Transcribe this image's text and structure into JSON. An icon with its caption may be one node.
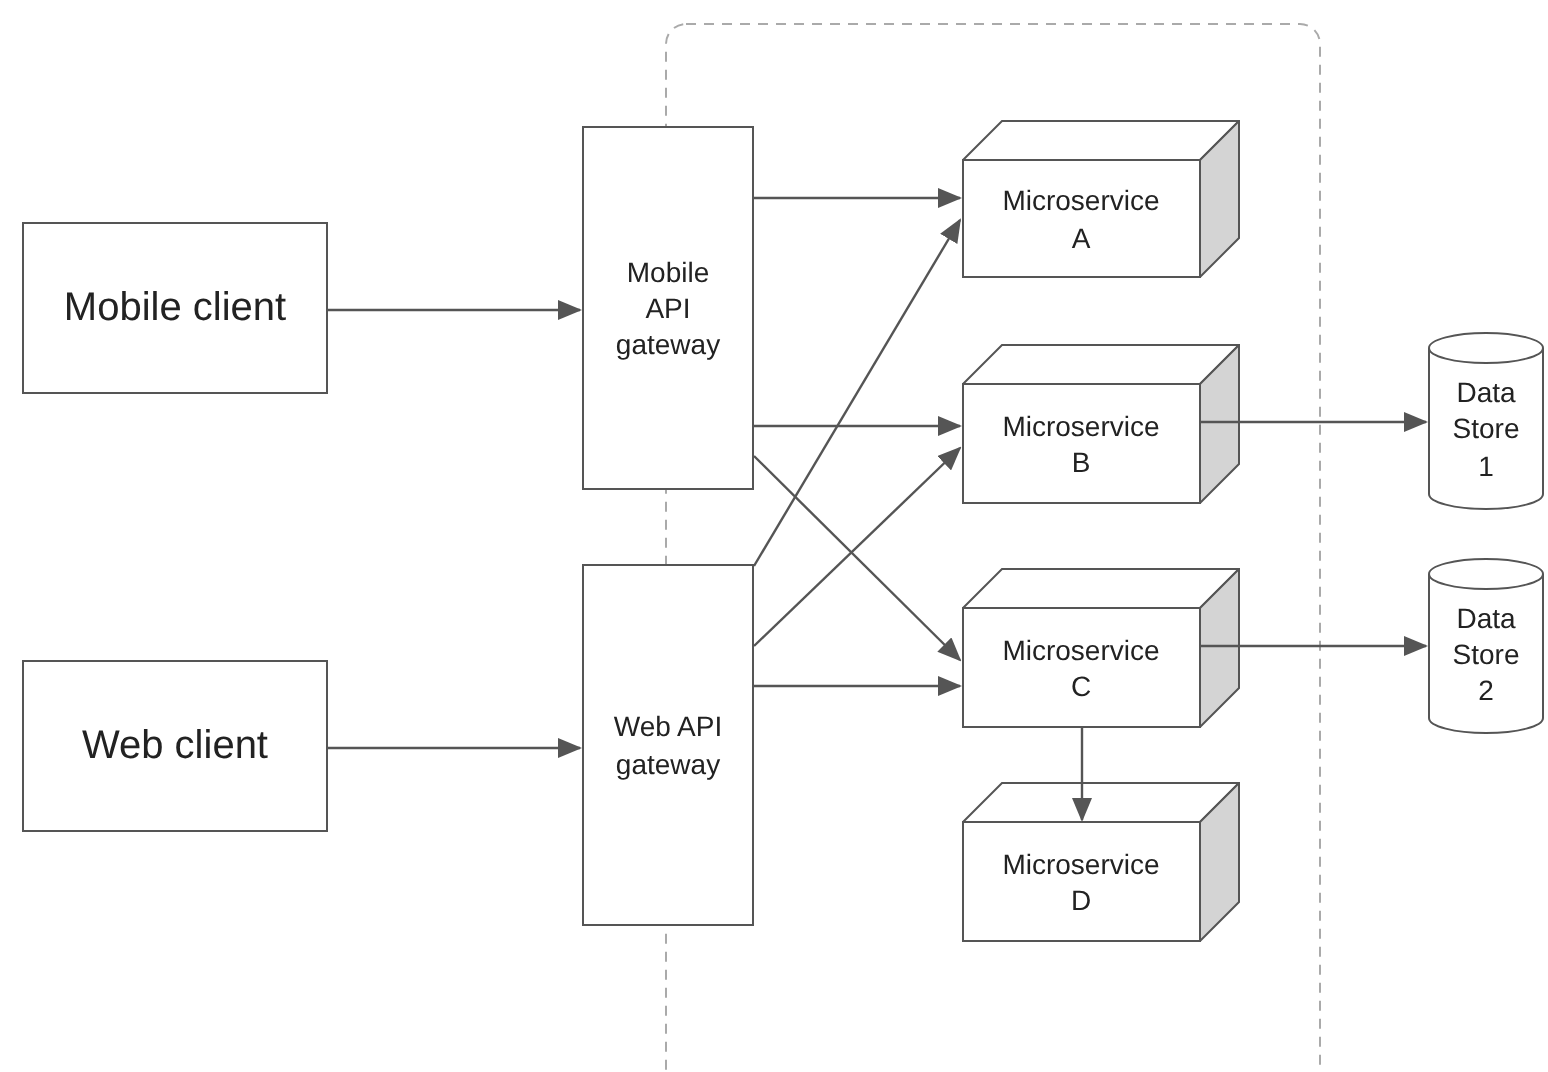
{
  "diagram": {
    "nodes": [
      {
        "text": [
          "Mobile client"
        ]
      },
      {
        "text": [
          "Web client"
        ]
      },
      {
        "text": [
          "Mobile API gateway"
        ]
      },
      {
        "text": [
          "Web API gateway"
        ]
      },
      {
        "text": [
          "Microservice A"
        ]
      },
      {
        "text": [
          "Microservice B"
        ]
      },
      {
        "text": [
          "Microservice C"
        ]
      },
      {
        "text": [
          "Microservice D"
        ]
      },
      {
        "text": [
          "Data Store 1"
        ]
      },
      {
        "text": [
          "Data Store 2"
        ]
      }
    ],
    "edges": [
      {
        "from": 0,
        "to": 2,
        "arrow": "to"
      },
      {
        "from": 1,
        "to": 3,
        "arrow": "to"
      },
      {
        "from": 2,
        "to": 4,
        "arrow": "to"
      },
      {
        "from": 2,
        "to": 5,
        "arrow": "to"
      },
      {
        "from": 2,
        "to": 6,
        "arrow": "to"
      },
      {
        "from": 3,
        "to": 4,
        "arrow": "to"
      },
      {
        "from": 3,
        "to": 5,
        "arrow": "to"
      },
      {
        "from": 3,
        "to": 6,
        "arrow": "to"
      },
      {
        "from": 5,
        "to": 8,
        "arrow": "to"
      },
      {
        "from": 6,
        "to": 9,
        "arrow": "to"
      },
      {
        "from": 6,
        "to": 7,
        "arrow": "to"
      }
    ]
  }
}
